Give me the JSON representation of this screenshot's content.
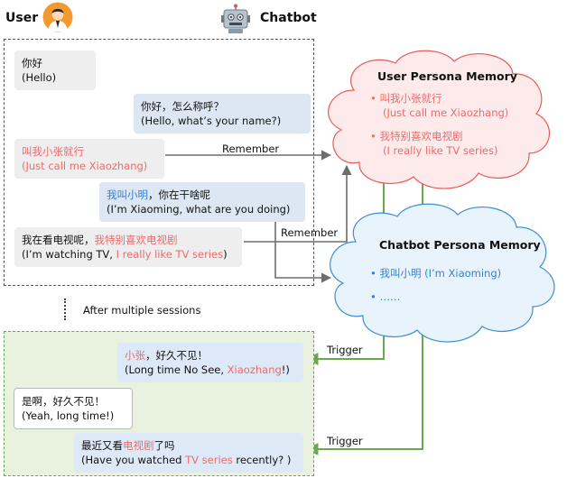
{
  "headers": {
    "user": "User",
    "chatbot": "Chatbot"
  },
  "session1": [
    {
      "role": "user",
      "lines": [
        [
          {
            "t": "你好"
          }
        ],
        [
          {
            "t": "(Hello)"
          }
        ]
      ]
    },
    {
      "role": "bot",
      "lines": [
        [
          {
            "t": "你好，怎么称呼？"
          }
        ],
        [
          {
            "t": "(Hello, what’s your name?)"
          }
        ]
      ]
    },
    {
      "role": "user",
      "lines": [
        [
          {
            "t": "叫我小张就行",
            "c": "red"
          }
        ],
        [
          {
            "t": "(Just call me Xiaozhang)",
            "c": "red"
          }
        ]
      ]
    },
    {
      "role": "bot",
      "lines": [
        [
          {
            "t": "我叫小明",
            "c": "blue"
          },
          {
            "t": "，你在干啥呢"
          }
        ],
        [
          {
            "t": "(I’m Xiaoming, what are you doing)"
          }
        ]
      ]
    },
    {
      "role": "user",
      "lines": [
        [
          {
            "t": "我在看电视呢，"
          },
          {
            "t": "我特别喜欢电视剧",
            "c": "red"
          }
        ],
        [
          {
            "t": "(I’m watching TV, "
          },
          {
            "t": "I really like TV series",
            "c": "red"
          },
          {
            "t": ")"
          }
        ]
      ]
    }
  ],
  "edges": {
    "remember_1": "Remember",
    "remember_2": "Remember",
    "trigger_1": "Trigger",
    "trigger_2": "Trigger"
  },
  "separator": "After multiple sessions",
  "user_memory": {
    "title": "User Persona Memory",
    "items": [
      {
        "cn": "叫我小张就行",
        "en": "(Just call me Xiaozhang)"
      },
      {
        "cn": "我特别喜欢电视剧",
        "en": "(I really like TV series)"
      }
    ]
  },
  "chatbot_memory": {
    "title": "Chatbot Persona Memory",
    "items": [
      "我叫小明 (I’m Xiaoming)",
      "……"
    ]
  },
  "session2": [
    {
      "role": "bot",
      "lines": [
        [
          {
            "t": "小张",
            "c": "red"
          },
          {
            "t": "，好久不见！"
          }
        ],
        [
          {
            "t": "(Long time No See, "
          },
          {
            "t": "Xiaozhang",
            "c": "red"
          },
          {
            "t": "!)"
          }
        ]
      ]
    },
    {
      "role": "user",
      "lines": [
        [
          {
            "t": "是啊，好久不见！"
          }
        ],
        [
          {
            "t": "(Yeah, long time!)"
          }
        ]
      ]
    },
    {
      "role": "bot",
      "lines": [
        [
          {
            "t": "最近又看"
          },
          {
            "t": "电视剧",
            "c": "red"
          },
          {
            "t": "了吗"
          }
        ],
        [
          {
            "t": "(Have you watched "
          },
          {
            "t": "TV series",
            "c": "red"
          },
          {
            "t": " recently? )"
          }
        ]
      ]
    }
  ],
  "colors": {
    "memory_red": "#ef6b6b",
    "memory_blue": "#2f83d6",
    "green": "#6aa84f"
  },
  "icons": {
    "user": "user-avatar-icon",
    "chatbot": "robot-icon"
  }
}
